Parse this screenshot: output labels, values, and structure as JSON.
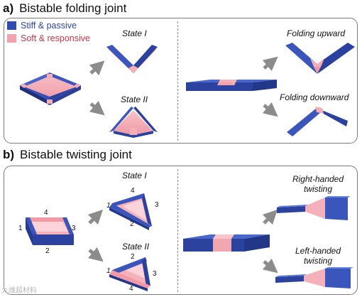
{
  "panel_a": {
    "letter": "a)",
    "title": "Bistable folding joint",
    "legend": [
      {
        "label": "Stiff & passive",
        "color": "#2f4cb3",
        "text_color": "#2b45a8"
      },
      {
        "label": "Soft & responsive",
        "color": "#f0a3ac",
        "text_color": "#d63446"
      }
    ],
    "state_1": "State I",
    "state_2": "State II",
    "folding_up": "Folding upward",
    "folding_down": "Folding downward"
  },
  "panel_b": {
    "letter": "b)",
    "title": "Bistable twisting joint",
    "state_1": "State I",
    "state_2": "State II",
    "right_handed": "Right-handed twisting",
    "left_handed": "Left-handed twisting",
    "frame_labels": [
      "1",
      "2",
      "3",
      "4"
    ]
  },
  "watermark": "九维超材料"
}
